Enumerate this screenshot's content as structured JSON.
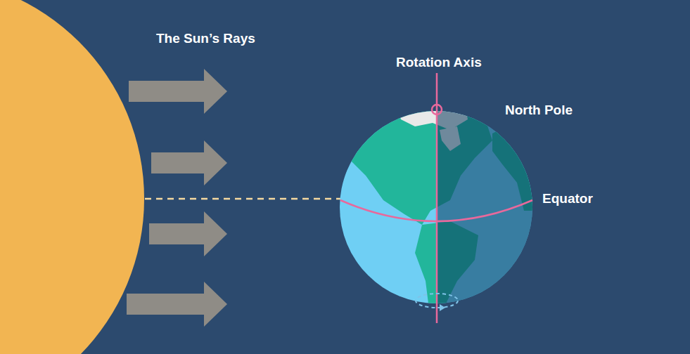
{
  "diagram": {
    "labels": [
      "The Sun’s Rays",
      "Rotation Axis",
      "North Pole",
      "Equator"
    ]
  }
}
